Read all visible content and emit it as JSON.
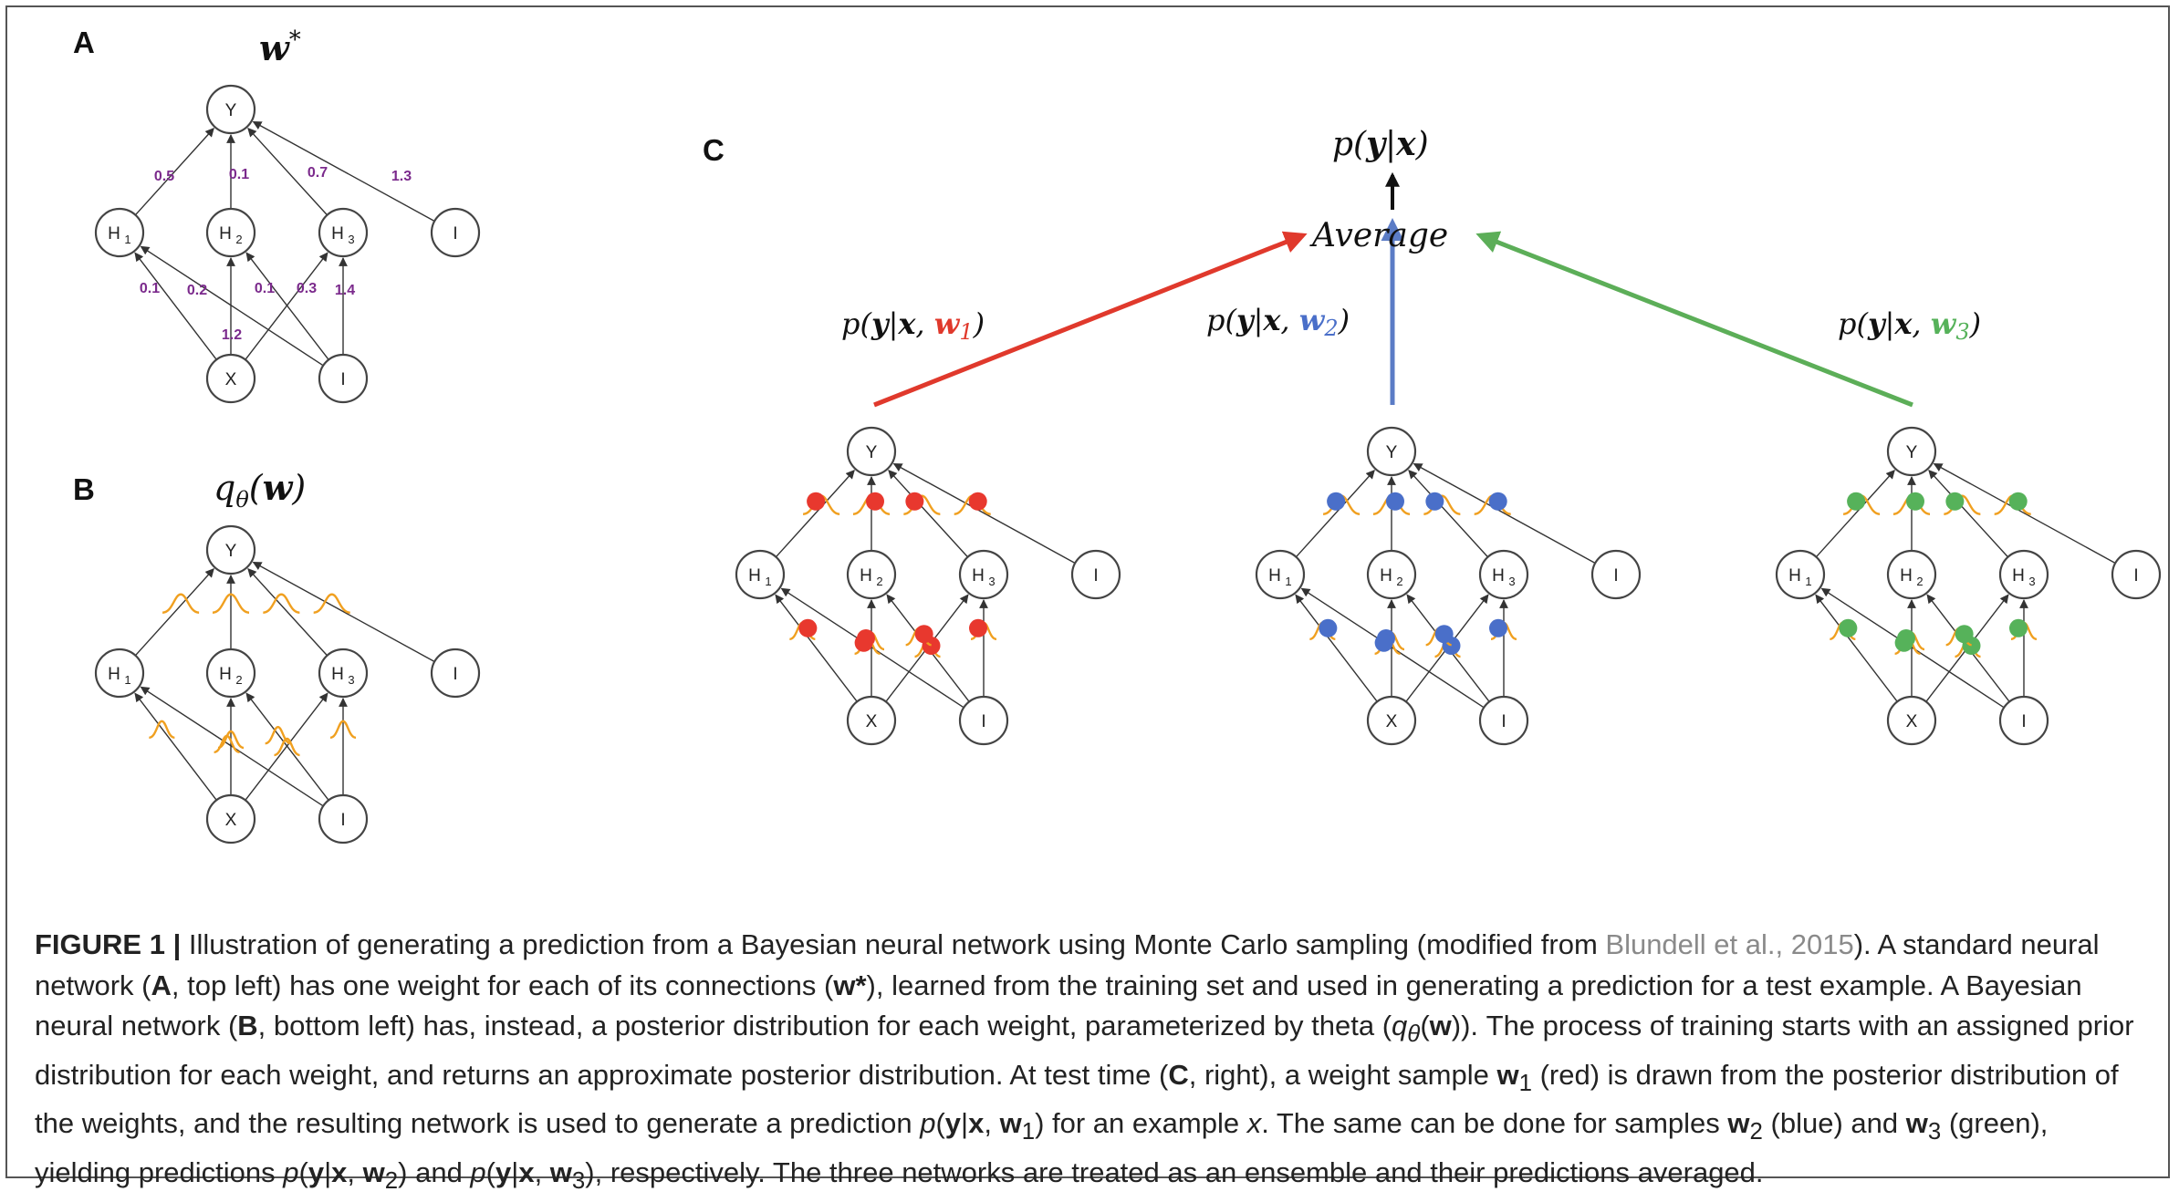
{
  "panels": {
    "a": {
      "letter": "A",
      "title": "w*"
    },
    "b": {
      "letter": "B",
      "title": "qθ(w)"
    },
    "c": {
      "letter": "C"
    }
  },
  "nodes": {
    "y": "Y",
    "h": "H",
    "x": "X",
    "bias": "I",
    "sub1": "1",
    "sub2": "2",
    "sub3": "3"
  },
  "weights_a": {
    "top": [
      "0.5",
      "0.1",
      "0.7",
      "1.3"
    ],
    "bottom": [
      "0.1",
      "0.2",
      "0.1",
      "0.3",
      "1.4",
      "1.2"
    ]
  },
  "panel_c": {
    "output": "p(y|x)",
    "average": "Average",
    "predictions": [
      {
        "label": "p(y|x, w1)",
        "sample_color": "#e8382e"
      },
      {
        "label": "p(y|x, w2)",
        "sample_color": "#4a6fc9"
      },
      {
        "label": "p(y|x, w3)",
        "sample_color": "#56b25a"
      }
    ],
    "curve_color": "#f0a020"
  },
  "caption": {
    "figure_label": "FIGURE 1 |",
    "s1": " Illustration of generating a prediction from a Bayesian neural network using Monte Carlo sampling (modified from ",
    "cite": "Blundell et al., 2015",
    "s2": "). A standard neural network (",
    "A": "A",
    "s3": ", top left) has one weight for each of its connections (",
    "wstar": "w",
    "s4": "), learned from the training set and used in generating a prediction for a test example. A Bayesian neural network (",
    "B": "B",
    "s5": ", bottom left) has, instead, a posterior distribution for each weight, parameterized by theta (",
    "q": "q",
    "theta": "θ",
    "w": "w",
    "s6": "). The process of training starts with an assigned prior distribution for each weight, and returns an approximate posterior distribution. At test time (",
    "C": "C",
    "s7": ", right), a weight sample ",
    "s8": " (red) is drawn from the posterior distribution of the weights, and the resulting network is used to generate a prediction ",
    "p": "p",
    "y": "y",
    "x": "x",
    "s9": " for an example ",
    "s10": ". The same can be done for samples ",
    "s11": " (blue) and ",
    "s12": " (green), yielding predictions ",
    "s13": " and ",
    "s14": ", respectively. The three networks are treated as an ensemble and their predictions averaged."
  }
}
